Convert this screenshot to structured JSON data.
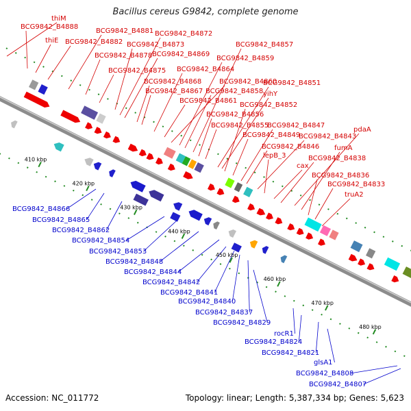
{
  "title": "Bacillus cereus G9842, complete genome",
  "footer": {
    "accession": "Accession: NC_011772",
    "stats": "Topology: linear; Length: 5,387,334 bp; Genes: 5,623"
  },
  "colors": {
    "top_label": "#d40000",
    "bottom_label": "#0000cc",
    "backbone": "#8c8c8c",
    "tick": "#228b22"
  },
  "ticks": [
    "410 kbp",
    "420 kbp",
    "430 kbp",
    "440 kbp",
    "450 kbp",
    "460 kbp",
    "470 kbp",
    "480 kbp"
  ],
  "top_labels": [
    "thiM",
    "BCG9842_B4888",
    "thiE",
    "BCG9842_B4882",
    "BCG9842_B4881",
    "BCG9842_B4878",
    "BCG9842_B4875",
    "BCG9842_B4873",
    "BCG9842_B4872",
    "BCG9842_B4869",
    "BCG9842_B4868",
    "BCG9842_B4867",
    "BCG9842_B4864",
    "BCG9842_B4861",
    "BCG9842_B4860",
    "BCG9842_B4859",
    "BCG9842_B4858",
    "BCG9842_B4857",
    "BCG9842_B4856",
    "BCG9842_B4855",
    "BCG9842_B4851",
    "yihY",
    "BCG9842_B4852",
    "BCG9842_B4849",
    "BCG9842_B4847",
    "BCG9842_B4846",
    "BCG9842_B4843",
    "lepB_3",
    "pdaA",
    "fumA",
    "BCG9842_B4838",
    "cax",
    "BCG9842_B4836",
    "BCG9842_B4833",
    "truA2"
  ],
  "bottom_labels": [
    "BCG9842_B4866",
    "BCG9842_B4865",
    "BCG9842_B4862",
    "BCG9842_B4854",
    "BCG9842_B4853",
    "BCG9842_B4848",
    "BCG9842_B4844",
    "BCG9842_B4842",
    "BCG9842_B4841",
    "BCG9842_B4840",
    "BCG9842_B4837",
    "BCG9842_B4829",
    "rocR1",
    "BCG9842_B4824",
    "BCG9842_B4821",
    "glsA1",
    "BCG9842_B4808",
    "BCG9842_B4807"
  ]
}
